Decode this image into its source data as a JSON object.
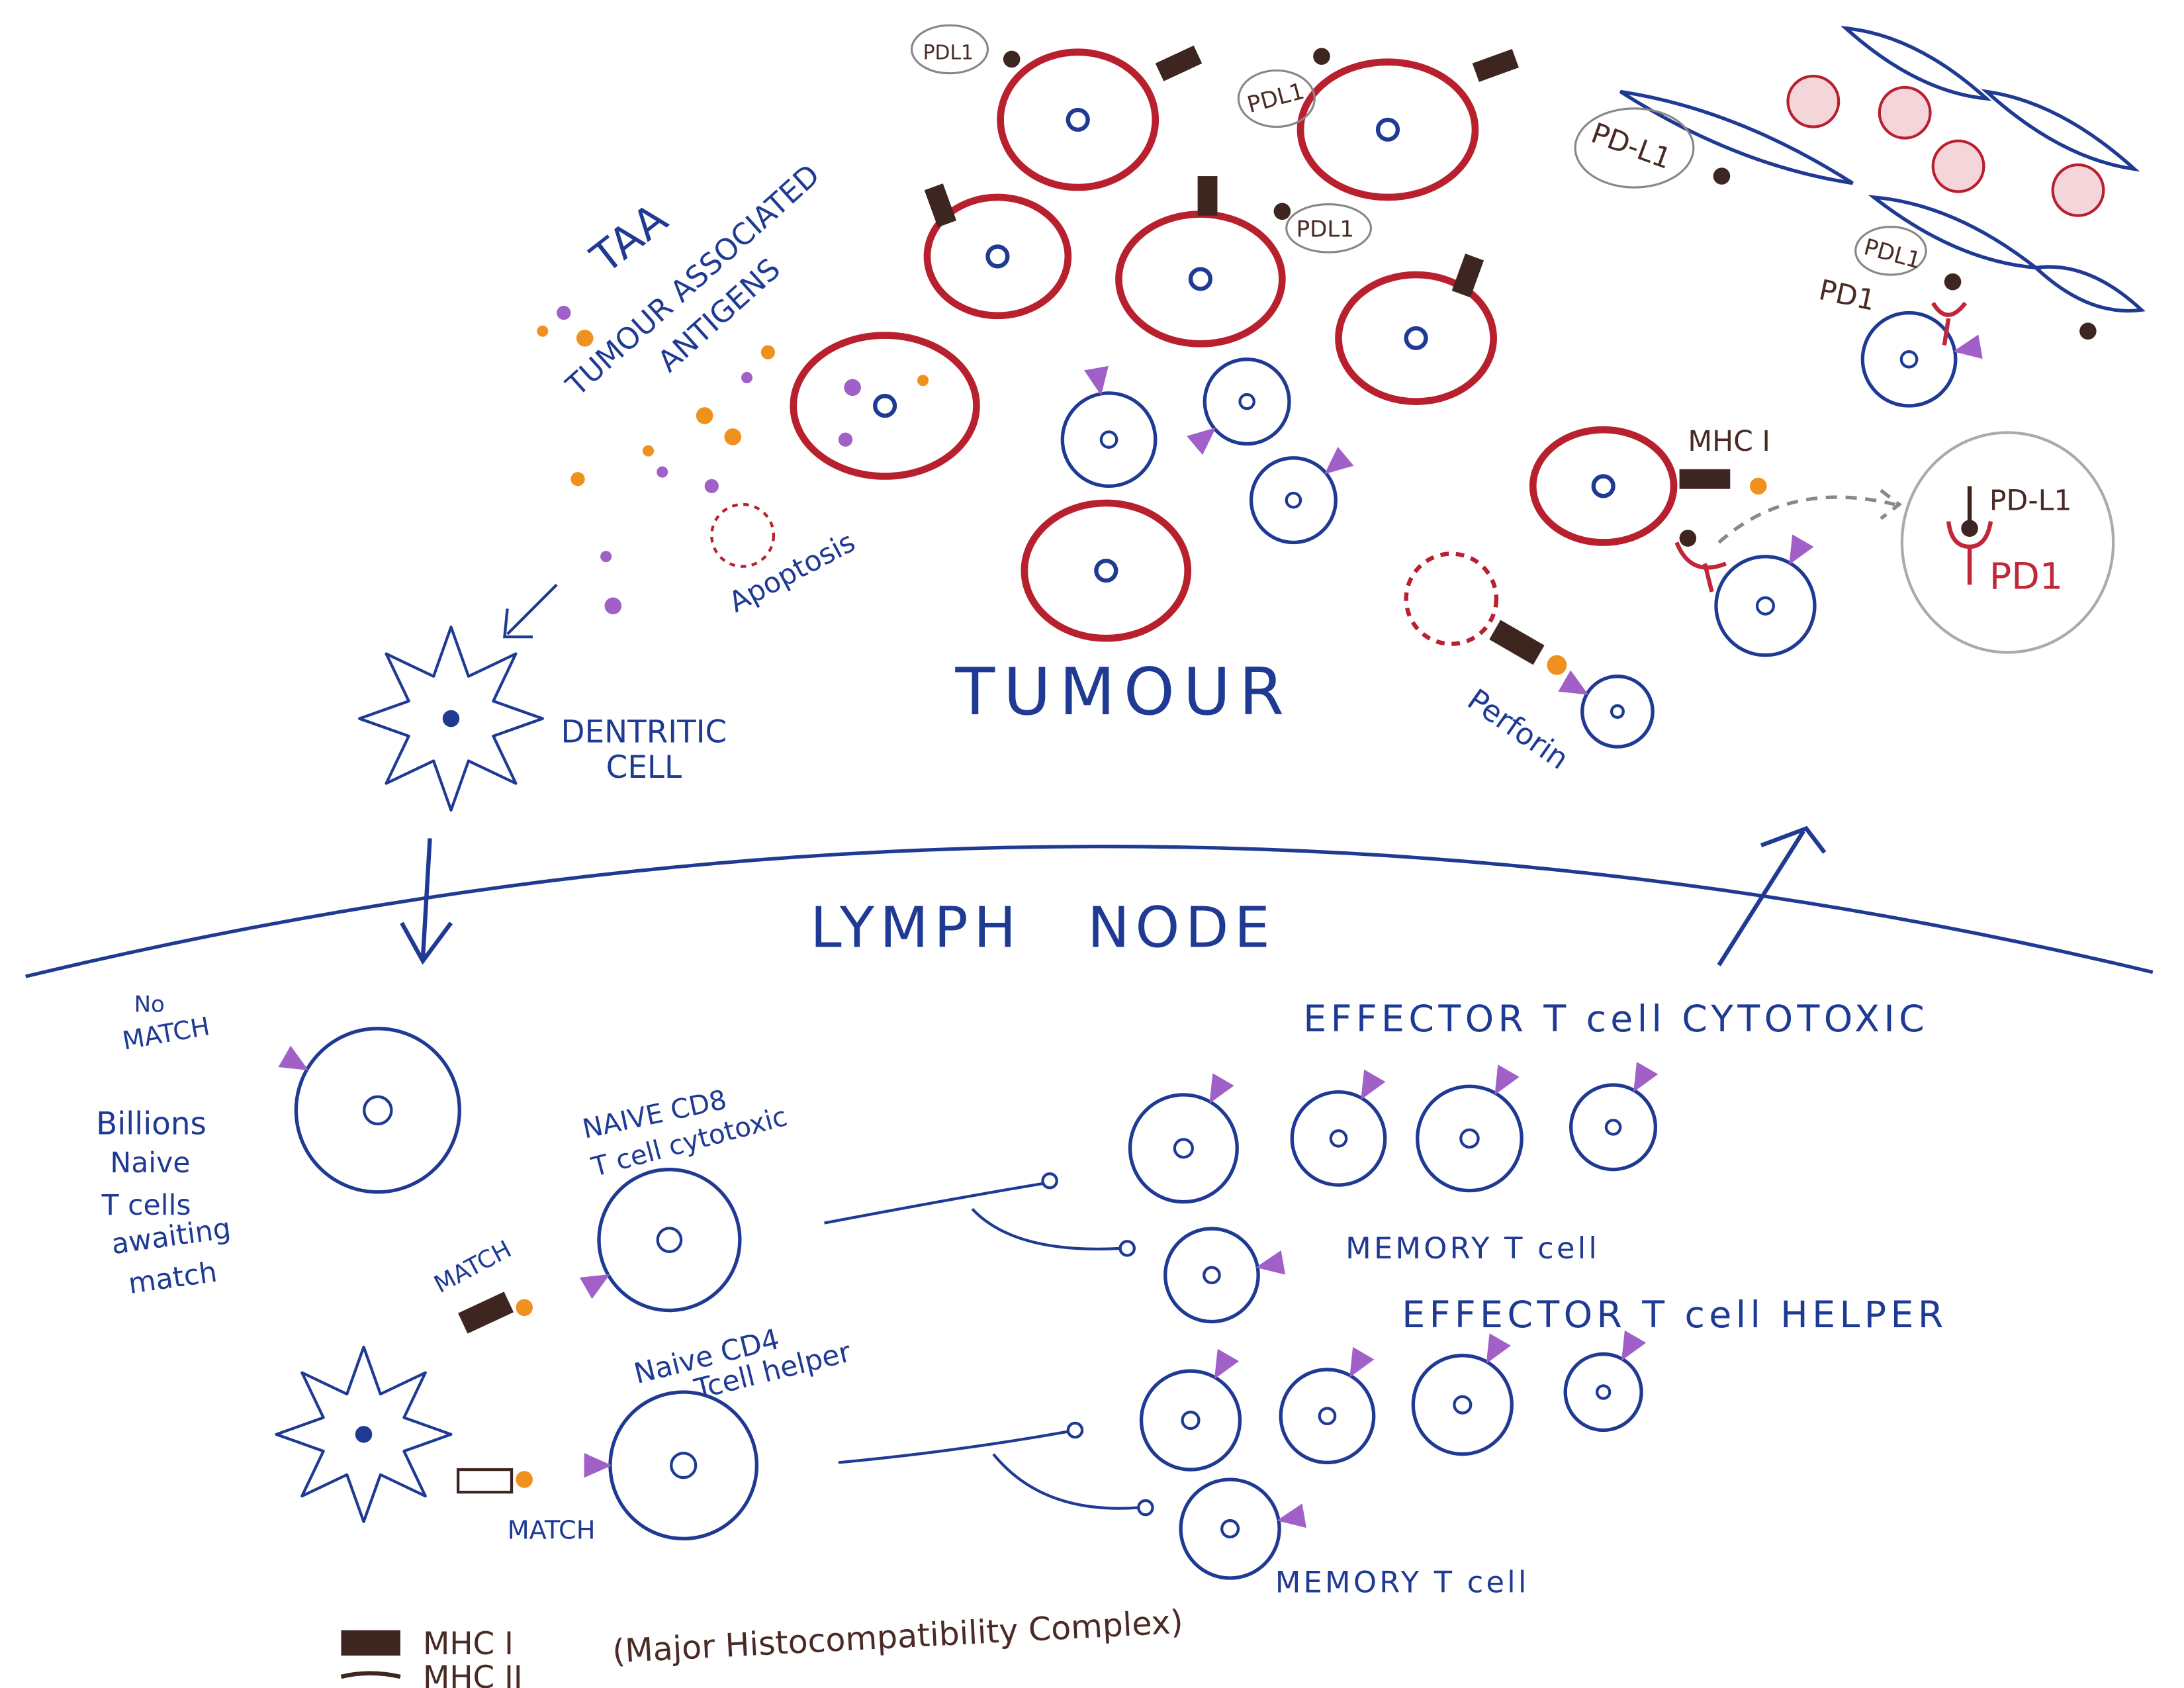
{
  "colors": {
    "ink_blue": "#1f3a93",
    "tumour_red": "#b8202e",
    "antigen_orange": "#f0901e",
    "receptor_purple": "#a060c8",
    "mhc_brown": "#3d2520",
    "pd_red": "#c0283a",
    "grey": "#999999"
  },
  "tumour": {
    "taa": "TAA",
    "taa_full_1": "TUMOUR ASSOCIATED",
    "taa_full_2": "ANTIGENS",
    "apoptosis": "Apoptosis",
    "dendritic_1": "DENTRITIC",
    "dendritic_2": "CELL",
    "title": "TUMOUR",
    "pdl1_a": "PDL1",
    "pdl1_b": "PDL1",
    "pdl1_c": "PDL1",
    "vessel_pdl1": "PD-L1",
    "vessel_pdl1_b": "PDL1",
    "vessel_pd1": "PD1",
    "mhc1": "MHC I",
    "inset_pdl1": "PD-L1",
    "inset_pd1": "PD1",
    "perforin": "Perforin"
  },
  "lymph": {
    "title": "LYMPH NODE",
    "no_match_1": "No",
    "no_match_2": "MATCH",
    "billions": [
      "Billions",
      "Naive",
      "T cells",
      "awaiting",
      "match"
    ],
    "cd8_1": "NAIVE CD8",
    "cd8_2": "T cell cytotoxic",
    "match_a": "MATCH",
    "cd4_1": "Naive CD4",
    "cd4_2": "Tcell helper",
    "match_b": "MATCH",
    "effector_cyto": "EFFECTOR T cell CYTOTOXIC",
    "memory_a": "MEMORY T cell",
    "effector_helper": "EFFECTOR T cell HELPER",
    "memory_b": "MEMORY T cell"
  },
  "legend": {
    "mhc1": "MHC I",
    "mhc2": "MHC II",
    "full": "(Major Histocompatibility Complex)"
  }
}
